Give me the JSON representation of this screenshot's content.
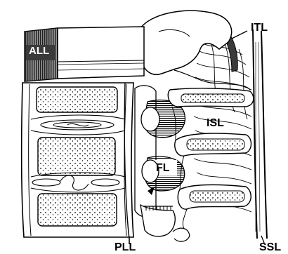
{
  "labels": {
    "all": "ALL",
    "itl": "ITL",
    "isl": "ISL",
    "fl": "FL",
    "pll": "PLL",
    "ssl": "SSL"
  },
  "colors": {
    "ink": "#000000",
    "paper": "#ffffff",
    "ligament_shade": "#3a3a3a"
  },
  "icons": {
    "arrowhead": "arrowhead-icon"
  }
}
